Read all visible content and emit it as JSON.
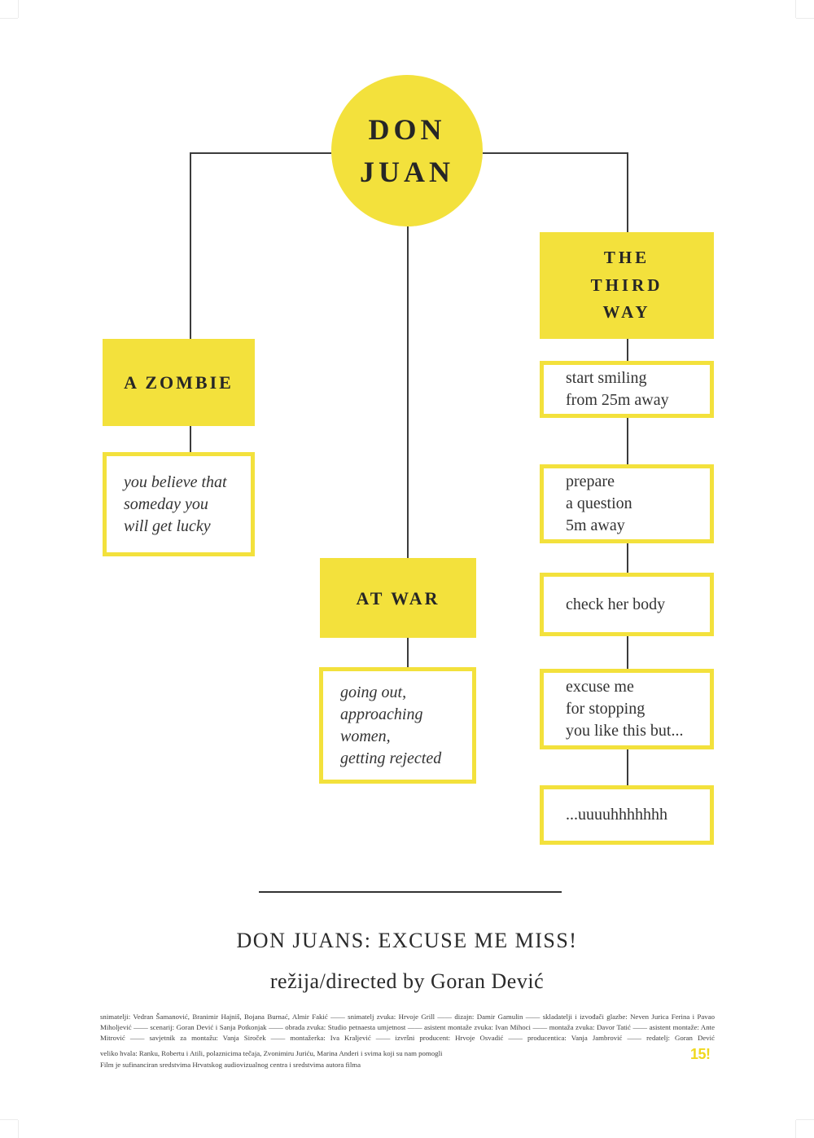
{
  "poster": {
    "root": {
      "label": "DON\nJUAN"
    },
    "branches": {
      "zombie": {
        "title": "A ZOMBIE",
        "desc": "you believe that\nsomeday you\nwill get lucky"
      },
      "at_war": {
        "title": "AT WAR",
        "desc": "going out,\napproaching\nwomen,\ngetting rejected"
      },
      "third_way": {
        "title": "THE\nTHIRD\nWAY",
        "steps": [
          "start smiling\nfrom 25m away",
          "prepare\na question\n5m away",
          "check her body",
          "excuse me\nfor stopping\nyou like this but...",
          "...uuuuhhhhhhh"
        ]
      }
    },
    "footer": {
      "title": "DON JUANS: EXCUSE ME MISS!",
      "subtitle": "režija/directed by Goran Dević",
      "credits_main": "snimatelji: Vedran Šamanović, Branimir Hajniš, Bojana Burnać, Almir Fakić —— snimatelj zvuka: Hrvoje Grill —— dizajn: Damir Gamulin —— skladatelji i izvođači glazbe: Neven Jurica Ferina i Pavao Miholjević —— scenarij: Goran Dević i Sanja Potkonjak —— obrada zvuka: Studio petnaesta umjetnost —— asistent montaže zvuka: Ivan Mihoci —— montaža zvuka: Davor Tatić —— asistent montaže: Ante Mitrović —— savjetnik za montažu: Vanja Siroček —— montažerka: Iva Kraljević —— izvršni producent: Hrvoje Osvadić —— producentica: Vanja Jambrović —— redatelj: Goran Dević",
      "credits_thanks": "veliko hvala: Ranku, Robertu i Atili, polaznicima tečaja, Zvonimiru Juriću, Marina Anderi i svima koji su nam pomogli",
      "credits_funding": "Film je sufinanciran sredstvima Hrvatskog audiovizualnog centra i sredstvima autora filma",
      "logo": "15!"
    },
    "colors": {
      "yellow": "#F3E13C",
      "line": "#3C3C3C",
      "credits": "#3D3D3D",
      "badge": "#F0D81E",
      "crop_mark": "#EBEBEB"
    }
  }
}
